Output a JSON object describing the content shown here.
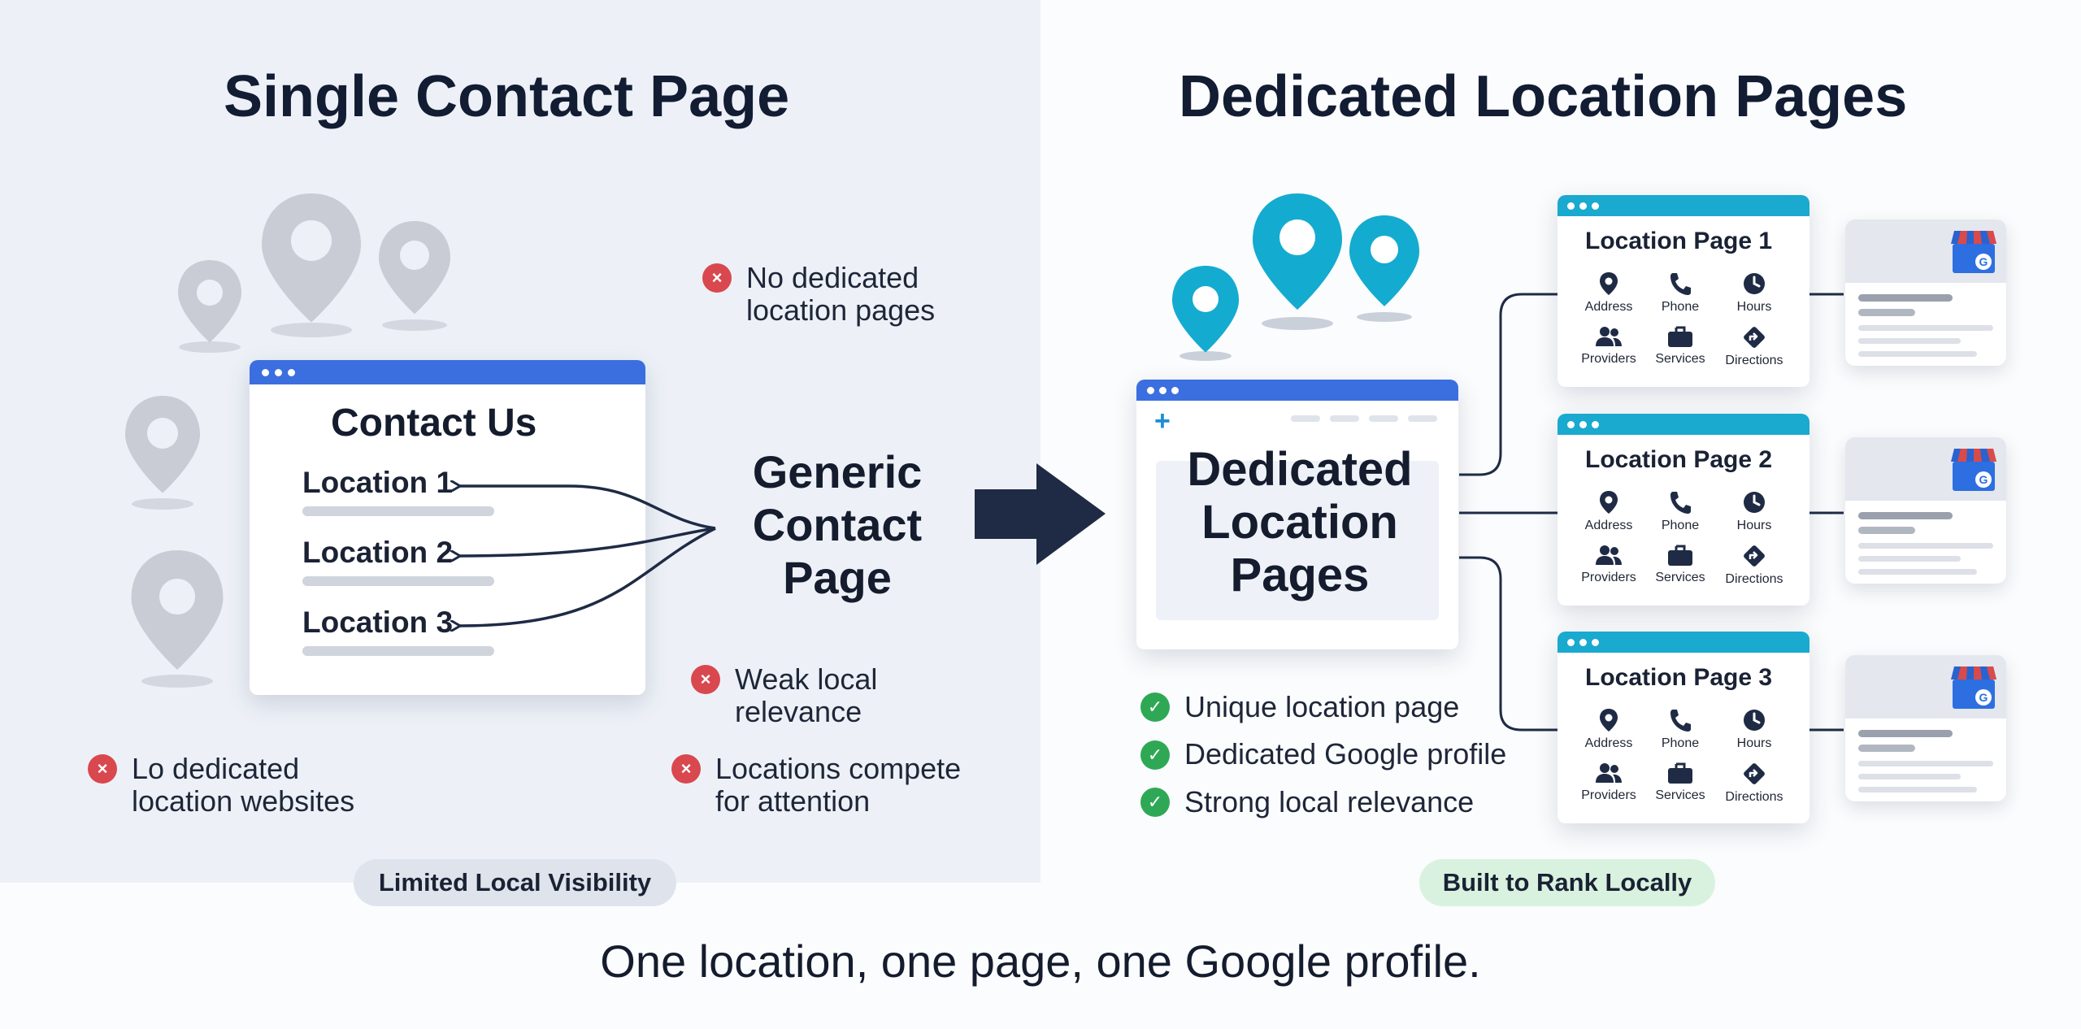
{
  "left": {
    "title": "Single Contact Page",
    "window_title": "Contact Us",
    "locations": [
      "Location 1",
      "Location 2",
      "Location 3"
    ],
    "center_label": "Generic\nContact\nPage",
    "bullets": [
      "No dedicated\nlocation pages",
      "Weak local\nrelevance",
      "Locations compete\nfor attention",
      "Lo dedicated\nlocation websites"
    ],
    "pill": "Limited Local Visibility"
  },
  "right": {
    "title": "Dedicated Location Pages",
    "window_title": "Dedicated\nLocation\nPages",
    "checks": [
      "Unique location page",
      "Dedicated Google profile",
      "Strong local relevance"
    ],
    "pill": "Built to Rank Locally",
    "pages": [
      {
        "title": "Location Page 1",
        "items": [
          "Address",
          "Phone",
          "Hours",
          "Providers",
          "Services",
          "Directions"
        ]
      },
      {
        "title": "Location Page 2",
        "items": [
          "Address",
          "Phone",
          "Hours",
          "Providers",
          "Services",
          "Directions"
        ]
      },
      {
        "title": "Location Page 3",
        "items": [
          "Address",
          "Phone",
          "Hours",
          "Providers",
          "Services",
          "Directions"
        ]
      }
    ],
    "gmb_badge": "G"
  },
  "footer": {
    "tagline": "One location, one page, one Google profile."
  },
  "icons": {
    "pins": "map-pin-icon",
    "arrow": "right-arrow-icon",
    "bullet_bad": "x-circle-icon",
    "bullet_good": "check-circle-icon",
    "store": "google-business-store-icon",
    "page_items": [
      "map-pin-icon",
      "phone-icon",
      "clock-icon",
      "users-icon",
      "briefcase-icon",
      "directions-icon"
    ]
  },
  "colors": {
    "left_bg": "#edf1f7",
    "left_bar": "#3b6fe0",
    "right_bar": "#1aa9cf",
    "pin_gray": "#c9ccd5",
    "pin_cyan": "#14abd0",
    "navy": "#1f2b45",
    "red": "#d9484f",
    "green": "#2ea855"
  }
}
